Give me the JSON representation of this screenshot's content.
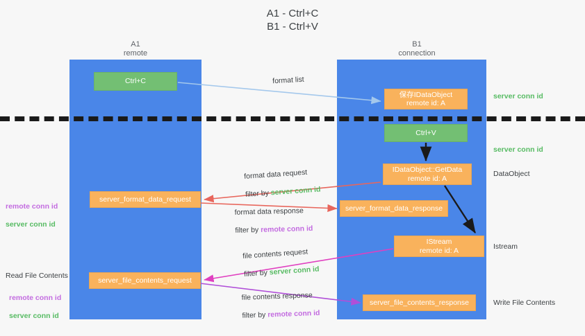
{
  "title": "A1 - Ctrl+C\nB1 - Ctrl+V",
  "lanes": [
    {
      "name": "A1",
      "sub": "remote",
      "label": "A1\nremote"
    },
    {
      "name": "B1",
      "sub": "connection",
      "label": "B1\nconnection"
    }
  ],
  "boxes": {
    "ctrl_c": "Ctrl+C",
    "save_idataobject": "保存IDataObject\nremote id: A",
    "ctrl_v": "Ctrl+V",
    "getdata": "IDataObject::GetData\nremote id: A",
    "istream": "IStream\nremote id: A",
    "server_format_data_request": "server_format_data_request",
    "server_format_data_response": "server_format_data_response",
    "server_file_contents_request": "server_file_contents_request",
    "server_file_contents_response": "server_file_contents_response"
  },
  "arrow_labels": {
    "format_list": "format list",
    "format_data_request": "format data request",
    "format_data_request_filter_prefix": "filter by ",
    "format_data_request_filter_value": "server conn id",
    "format_data_response": "format data response",
    "format_data_response_filter_prefix": "filter by ",
    "format_data_response_filter_value": "remote conn id",
    "file_contents_request": "file contents request",
    "file_contents_request_filter_prefix": "filter by ",
    "file_contents_request_filter_value": "server conn id",
    "file_contents_response": "file contents response",
    "file_contents_response_filter_prefix": "filter by ",
    "file_contents_response_filter_value": "remote conn id"
  },
  "side_labels": {
    "right_server_conn_id_top": "server conn id",
    "right_server_conn_id_mid": "server conn id",
    "right_dataobject": "DataObject",
    "right_istream": "Istream",
    "right_write_file_contents": "Write File Contents",
    "left_remote_conn_id_1": "remote conn id",
    "left_server_conn_id_1": "server conn id",
    "left_read_file_contents": "Read File Contents",
    "left_remote_conn_id_2": "remote conn id",
    "left_server_conn_id_2": "server conn id"
  },
  "colors": {
    "background": "#f7f7f7",
    "lane": "#4a86e8",
    "green_box": "#73bf73",
    "orange_box": "#f9b25c",
    "green_text": "#57bb63",
    "purple_text": "#c36ce0",
    "arrow_blue": "#a4c8ec",
    "arrow_red": "#e8665c",
    "arrow_magenta": "#e040c0",
    "arrow_purple": "#b04fd8",
    "arrow_black": "#1a1a1a",
    "divider": "#1a1a1a"
  }
}
